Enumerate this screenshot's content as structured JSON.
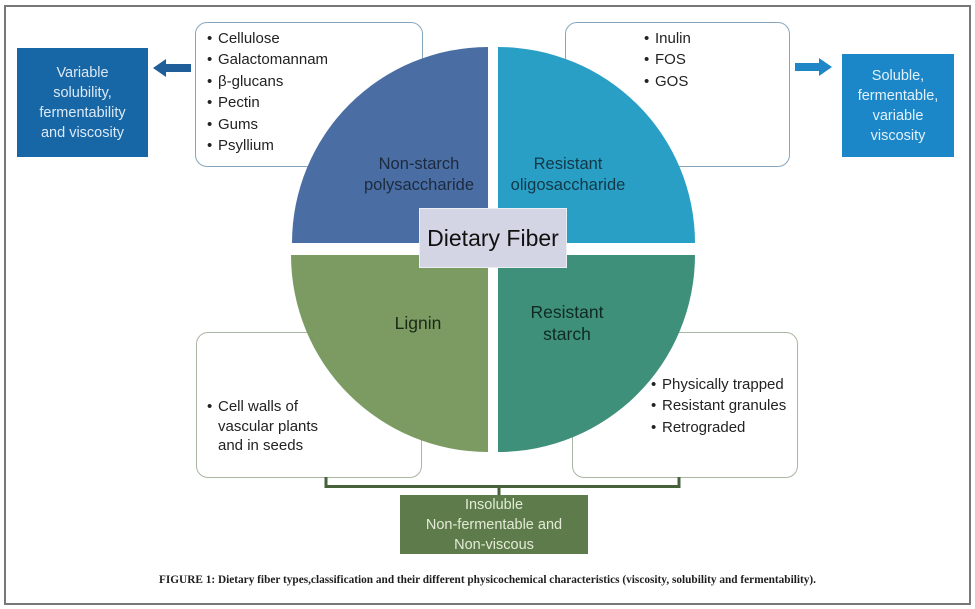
{
  "figure": {
    "center_label": "Dietary Fiber",
    "quadrants": [
      {
        "lines": [
          "Non-starch",
          "polysaccharide"
        ],
        "color": "#4a6ea4",
        "text_color": "#1c2a3e"
      },
      {
        "lines": [
          "Resistant",
          "oligosaccharide"
        ],
        "color": "#2a9fc5",
        "text_color": "#123848"
      },
      {
        "lines": [
          "Lignin"
        ],
        "color": "#7b9b63",
        "text_color": "#1b2a15"
      },
      {
        "lines": [
          "Resistant",
          "starch"
        ],
        "color": "#3f907a",
        "text_color": "#0f2a22"
      }
    ],
    "example_boxes": {
      "non_starch_polysaccharide": [
        "Cellulose",
        "Galactomannam",
        "β-glucans",
        "Pectin",
        "Gums",
        "Psyllium"
      ],
      "resistant_oligosaccharide": [
        "Inulin",
        "FOS",
        "GOS"
      ],
      "lignin": [
        "Cell walls of vascular plants and in seeds"
      ],
      "lignin_lines": [
        "Cell walls of",
        "vascular plants",
        "and in seeds"
      ],
      "resistant_starch": [
        "Physically trapped",
        "Resistant granules",
        "Retrograded"
      ]
    },
    "bullet": "•",
    "property_boxes": {
      "left": {
        "lines": [
          "Variable",
          "solubility,",
          "fermentability",
          "and viscosity"
        ],
        "color": "#1766a6",
        "text_color": "#dbe9f5"
      },
      "right": {
        "lines": [
          "Soluble,",
          "fermentable,",
          "variable",
          "viscosity"
        ],
        "color": "#1b87c9",
        "text_color": "#e2f1fb"
      },
      "bottom": {
        "lines": [
          "Insoluble",
          "Non-fermentable and",
          "Non-viscous"
        ],
        "color": "#5e7c4b",
        "text_color": "#e3ebd6"
      }
    },
    "arrows": {
      "left": {
        "direction": "left",
        "color": "#1f5e98"
      },
      "right": {
        "direction": "right",
        "color": "#1f86c8"
      }
    },
    "center_box_color": "#d3d5e5",
    "bracket_color": "#47613b",
    "caption": "FIGURE 1: Dietary fiber types,classification and their different physicochemical characteristics (viscosity, solubility and fermentability)."
  }
}
